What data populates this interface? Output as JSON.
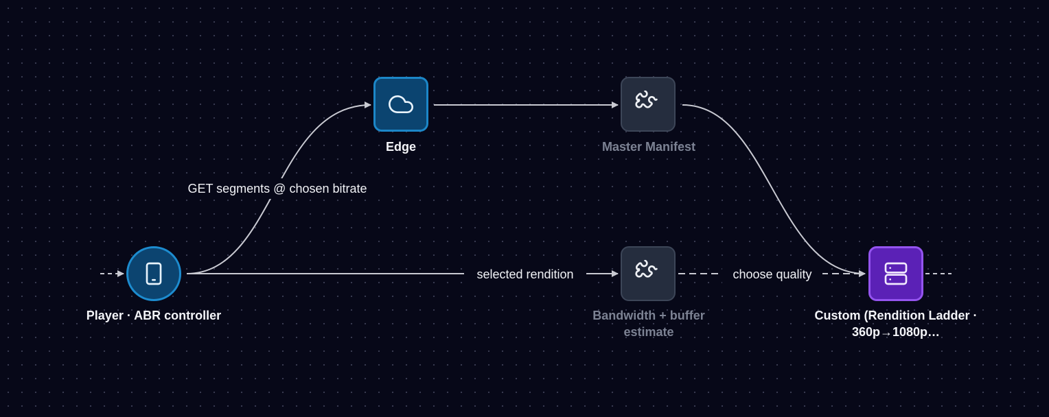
{
  "nodes": {
    "player": {
      "label": "Player · ABR controller",
      "icon": "tablet-icon"
    },
    "edge": {
      "label": "Edge",
      "icon": "cloud-icon"
    },
    "master_manifest": {
      "label": "Master Manifest",
      "icon": "puzzle-icon"
    },
    "bandwidth": {
      "label": "Bandwidth + buffer estimate",
      "icon": "puzzle-icon"
    },
    "custom": {
      "label": "Custom (Rendition Ladder · 360p→1080p…",
      "icon": "server-icon"
    }
  },
  "edges": {
    "get_segments": "GET segments @ chosen bitrate",
    "selected_rendition": "selected rendition",
    "choose_quality": "choose quality"
  },
  "colors": {
    "background": "#070818",
    "edge_line": "#c9cad2",
    "player_fill": "#0c4470",
    "player_border": "#1d8ccf",
    "edge_fill": "#0b4470",
    "neutral_fill": "#252d3e",
    "custom_fill": "#5b21b6",
    "custom_border": "#9454ef"
  }
}
